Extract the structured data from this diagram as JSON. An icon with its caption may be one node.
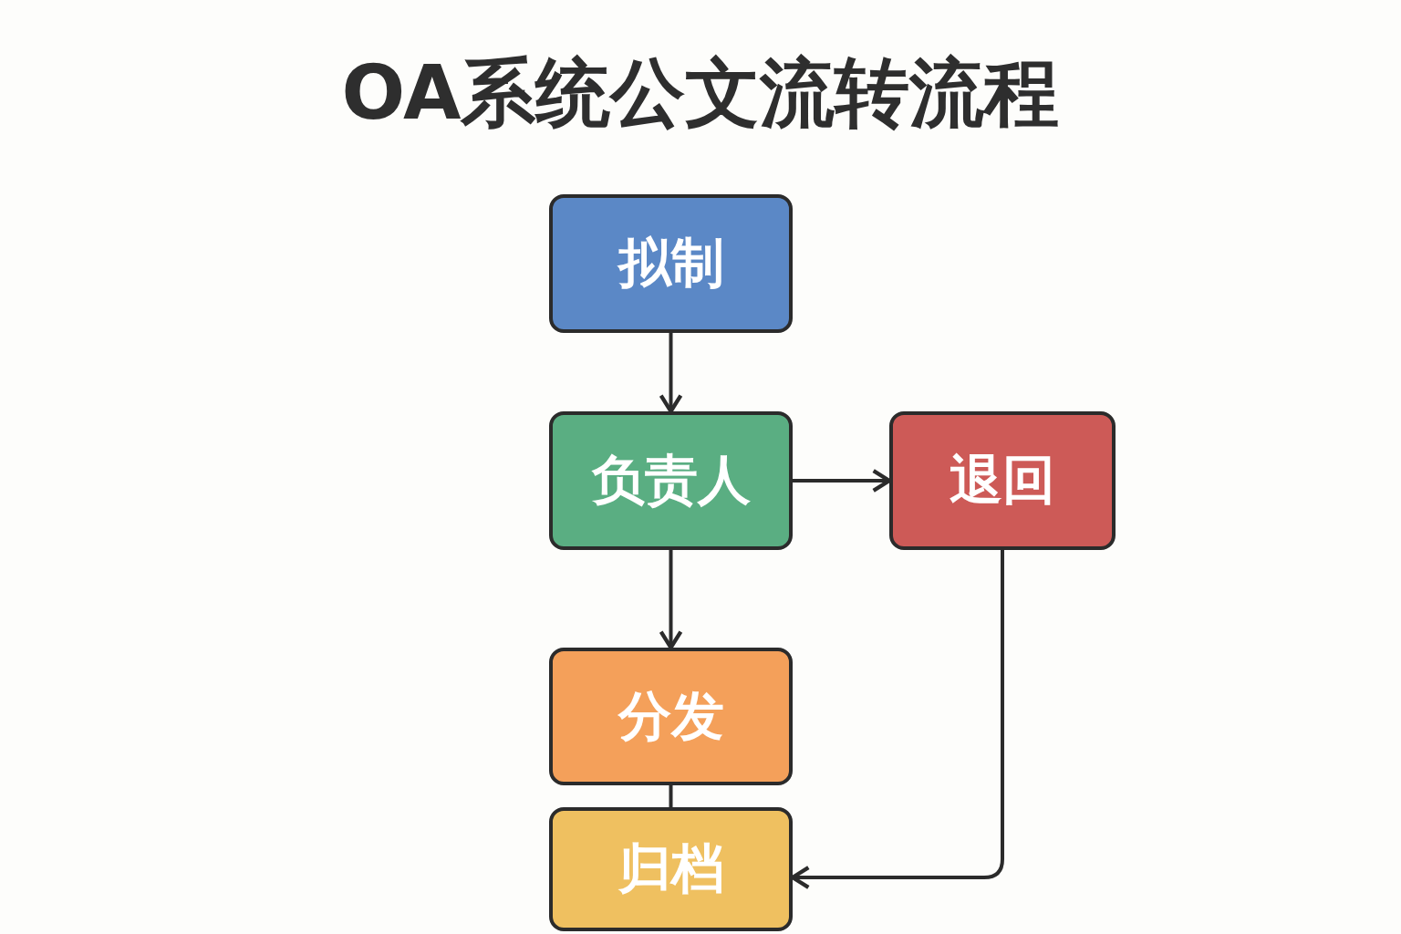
{
  "diagram": {
    "title": "OA系统公文流转流程",
    "nodes": [
      {
        "text": [
          "拟制"
        ]
      },
      {
        "text": [
          "负责人"
        ]
      },
      {
        "text": [
          "退回"
        ]
      },
      {
        "text": [
          "分发"
        ]
      },
      {
        "text": [
          "归档"
        ]
      }
    ],
    "edges": [
      {
        "from": 0,
        "to": 1,
        "arrow": "to"
      },
      {
        "from": 1,
        "to": 2,
        "arrow": "to"
      },
      {
        "from": 1,
        "to": 3,
        "arrow": "to"
      },
      {
        "from": 3,
        "to": 4,
        "arrow": "none"
      },
      {
        "from": 2,
        "to": 4,
        "arrow": "to"
      }
    ]
  }
}
